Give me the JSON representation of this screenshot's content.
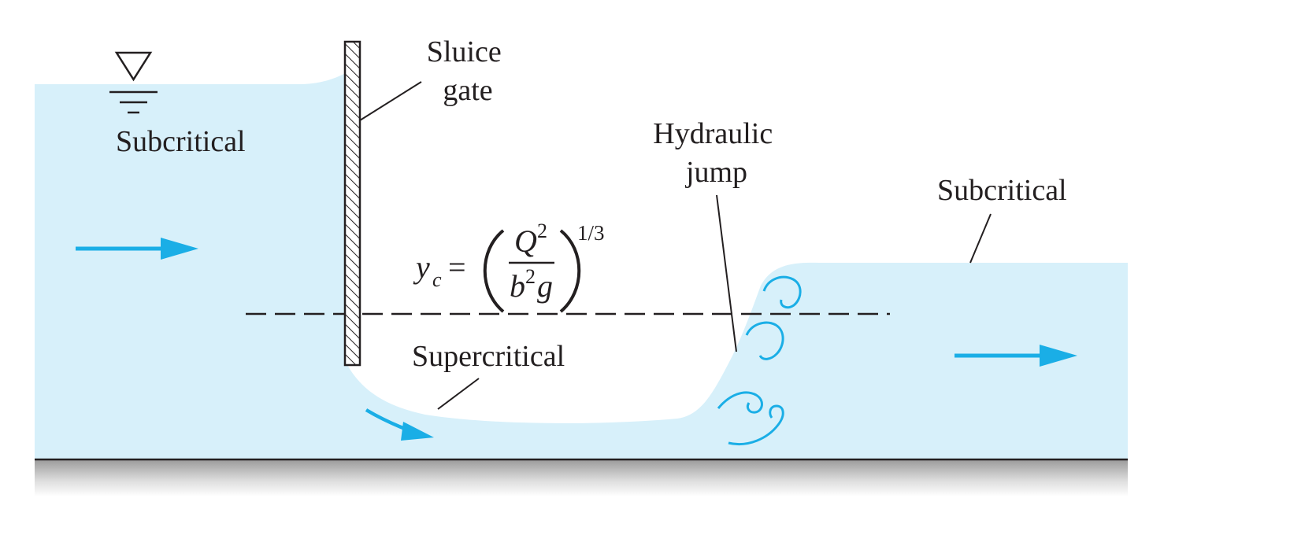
{
  "labels": {
    "subcritical_upstream": "Subcritical",
    "sluice_gate_line1": "Sluice",
    "sluice_gate_line2": "gate",
    "hydraulic_jump_line1": "Hydraulic",
    "hydraulic_jump_line2": "jump",
    "subcritical_downstream": "Subcritical",
    "supercritical": "Supercritical"
  },
  "equation": {
    "lhs_var": "y",
    "lhs_sub": "c",
    "equals": "=",
    "numerator_var": "Q",
    "numerator_exp": "2",
    "denominator_var1": "b",
    "denominator_exp": "2",
    "denominator_var2": "g",
    "outer_exp": "1/3"
  },
  "icons": {
    "free_surface": "free-surface-triangle-icon",
    "flow_arrow": "flow-arrow-icon",
    "eddy": "eddy-swirl-icon"
  },
  "colors": {
    "water": "#d7f0fa",
    "arrow": "#1aaee6",
    "ink": "#231f20",
    "ground_top": "#9d9d9d",
    "ground_bottom": "#ffffff"
  }
}
